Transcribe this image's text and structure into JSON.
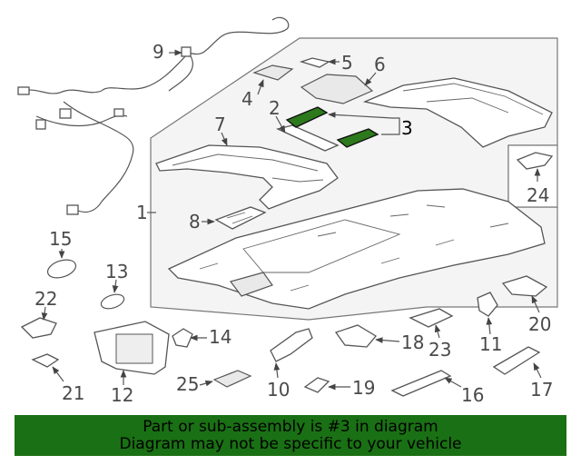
{
  "callouts": {
    "c1": "1",
    "c2": "2",
    "c3": "3",
    "c4": "4",
    "c5": "5",
    "c6": "6",
    "c7": "7",
    "c8": "8",
    "c9": "9",
    "c10": "10",
    "c11": "11",
    "c12": "12",
    "c13": "13",
    "c14": "14",
    "c15": "15",
    "c16": "16",
    "c17": "17",
    "c18": "18",
    "c19": "19",
    "c20": "20",
    "c21": "21",
    "c22": "22",
    "c23": "23",
    "c24": "24",
    "c25": "25"
  },
  "banner": {
    "line1": "Part or sub-assembly is #3 in diagram",
    "line2": "Diagram may not be specific to your vehicle"
  },
  "colors": {
    "highlight_part": "#2c7a1c",
    "banner_background": "#1a7014",
    "outline": "#555555"
  }
}
